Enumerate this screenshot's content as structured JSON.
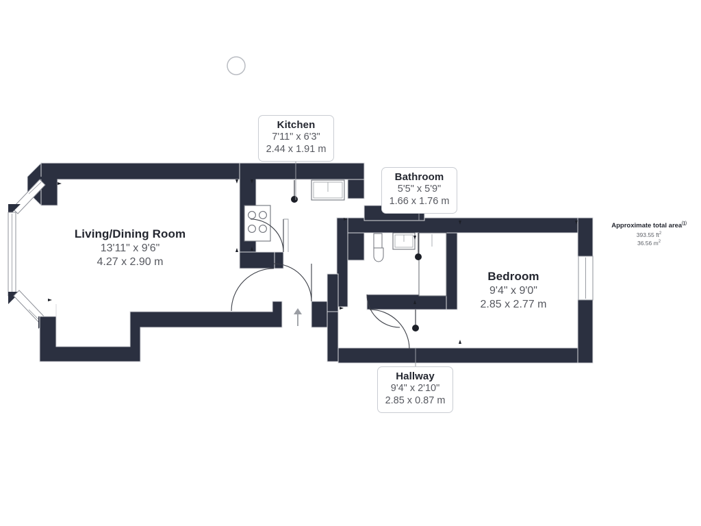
{
  "plan": {
    "wall_color": "#2b3040",
    "label_border_color": "#c9ccd2",
    "title_color": "#23262f",
    "dim_color": "#56585f"
  },
  "rooms": [
    {
      "key": "kitchen",
      "name": "Kitchen",
      "dim_imperial": "7'11\" x 6'3\"",
      "dim_metric": "2.44 x 1.91 m",
      "label_style": "callout"
    },
    {
      "key": "bathroom",
      "name": "Bathroom",
      "dim_imperial": "5'5\" x 5'9\"",
      "dim_metric": "1.66 x 1.76 m",
      "label_style": "callout"
    },
    {
      "key": "living_dining",
      "name": "Living/Dining Room",
      "dim_imperial": "13'11\" x 9'6\"",
      "dim_metric": "4.27 x 2.90 m",
      "label_style": "inline"
    },
    {
      "key": "bedroom",
      "name": "Bedroom",
      "dim_imperial": "9'4\" x 9'0\"",
      "dim_metric": "2.85 x 2.77 m",
      "label_style": "inline"
    },
    {
      "key": "hallway",
      "name": "Hallway",
      "dim_imperial": "9'4\" x 2'10\"",
      "dim_metric": "2.85 x 0.87 m",
      "label_style": "callout"
    }
  ],
  "total_area": {
    "title": "Approximate total area",
    "title_marker": "(1)",
    "imperial": "393.55 ft",
    "imperial_unit": "2",
    "metric": "36.56 m",
    "metric_unit": "2"
  },
  "markers": {
    "compass": "compass-circle",
    "entry_arrow": "entrance-arrow"
  }
}
